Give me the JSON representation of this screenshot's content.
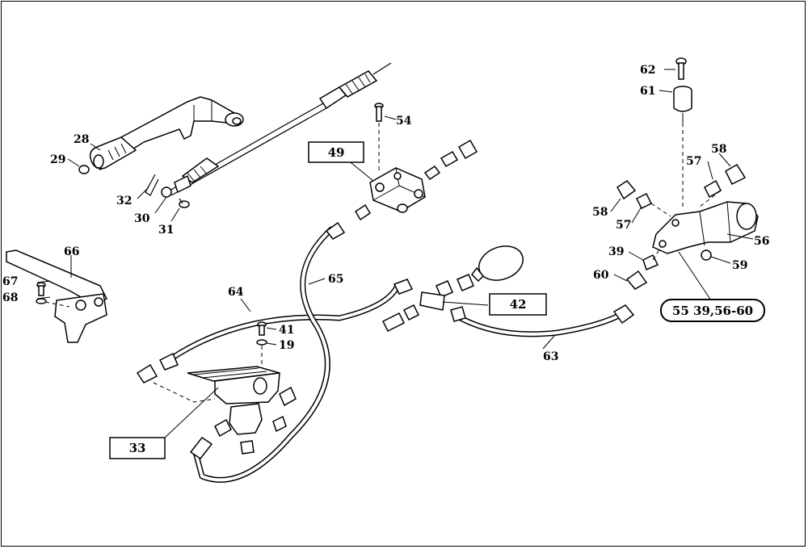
{
  "callouts": {
    "c28": "28",
    "c29": "29",
    "c32": "32",
    "c30": "30",
    "c31": "31",
    "c54": "54",
    "c49": "49",
    "c62": "62",
    "c61": "61",
    "c57a": "57",
    "c58a": "58",
    "c58b": "58",
    "c57b": "57",
    "c56": "56",
    "c39": "39",
    "c59": "59",
    "c60": "60",
    "c55": "55 39,56-60",
    "c66": "66",
    "c67": "67",
    "c68": "68",
    "c64": "64",
    "c65": "65",
    "c42": "42",
    "c41": "41",
    "c19": "19",
    "c63": "63",
    "c33": "33"
  }
}
